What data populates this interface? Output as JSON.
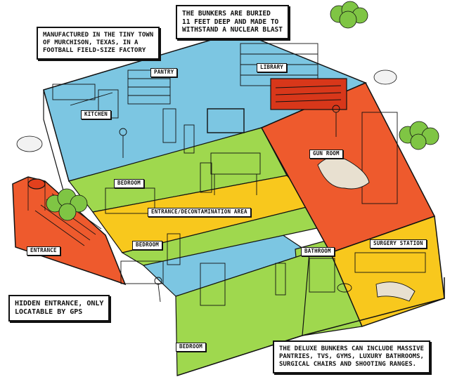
{
  "colors": {
    "blue": "#7cc6e2",
    "green": "#9fd84e",
    "yellow": "#f8c81d",
    "red": "#ee5a2d",
    "bush": "#7fc544",
    "outline": "#111111"
  },
  "notes": {
    "top_center": [
      "THE BUNKERS ARE BURIED",
      "11 FEET DEEP AND MADE TO",
      "WITHSTAND A NUCLEAR BLAST"
    ],
    "top_left": [
      "MANUFACTURED IN THE TINY TOWN",
      "OF MURCHISON, TEXAS, IN A",
      "FOOTBALL FIELD-SIZE FACTORY"
    ],
    "bottom_left": [
      "HIDDEN ENTRANCE, ONLY",
      "LOCATABLE BY GPS"
    ],
    "bottom_right": [
      "THE DELUXE BUNKERS CAN INCLUDE MASSIVE",
      "PANTRIES, TVS, GYMS, LUXURY BATHROOMS,",
      "SURGICAL CHAIRS AND SHOOTING RANGES."
    ]
  },
  "rooms": {
    "pantry": "PANTRY",
    "library": "LIBRARY",
    "kitchen": "KITCHEN",
    "gun_room": "GUN ROOM",
    "bedroom_1": "BEDROOM",
    "decon": "ENTRANCE/DECONTAMINATION AREA",
    "bedroom_2": "BEDROOM",
    "bathroom": "BATHROOM",
    "surgery": "SURGERY STATION",
    "entrance": "ENTRANCE",
    "bedroom_3": "BEDROOM"
  }
}
